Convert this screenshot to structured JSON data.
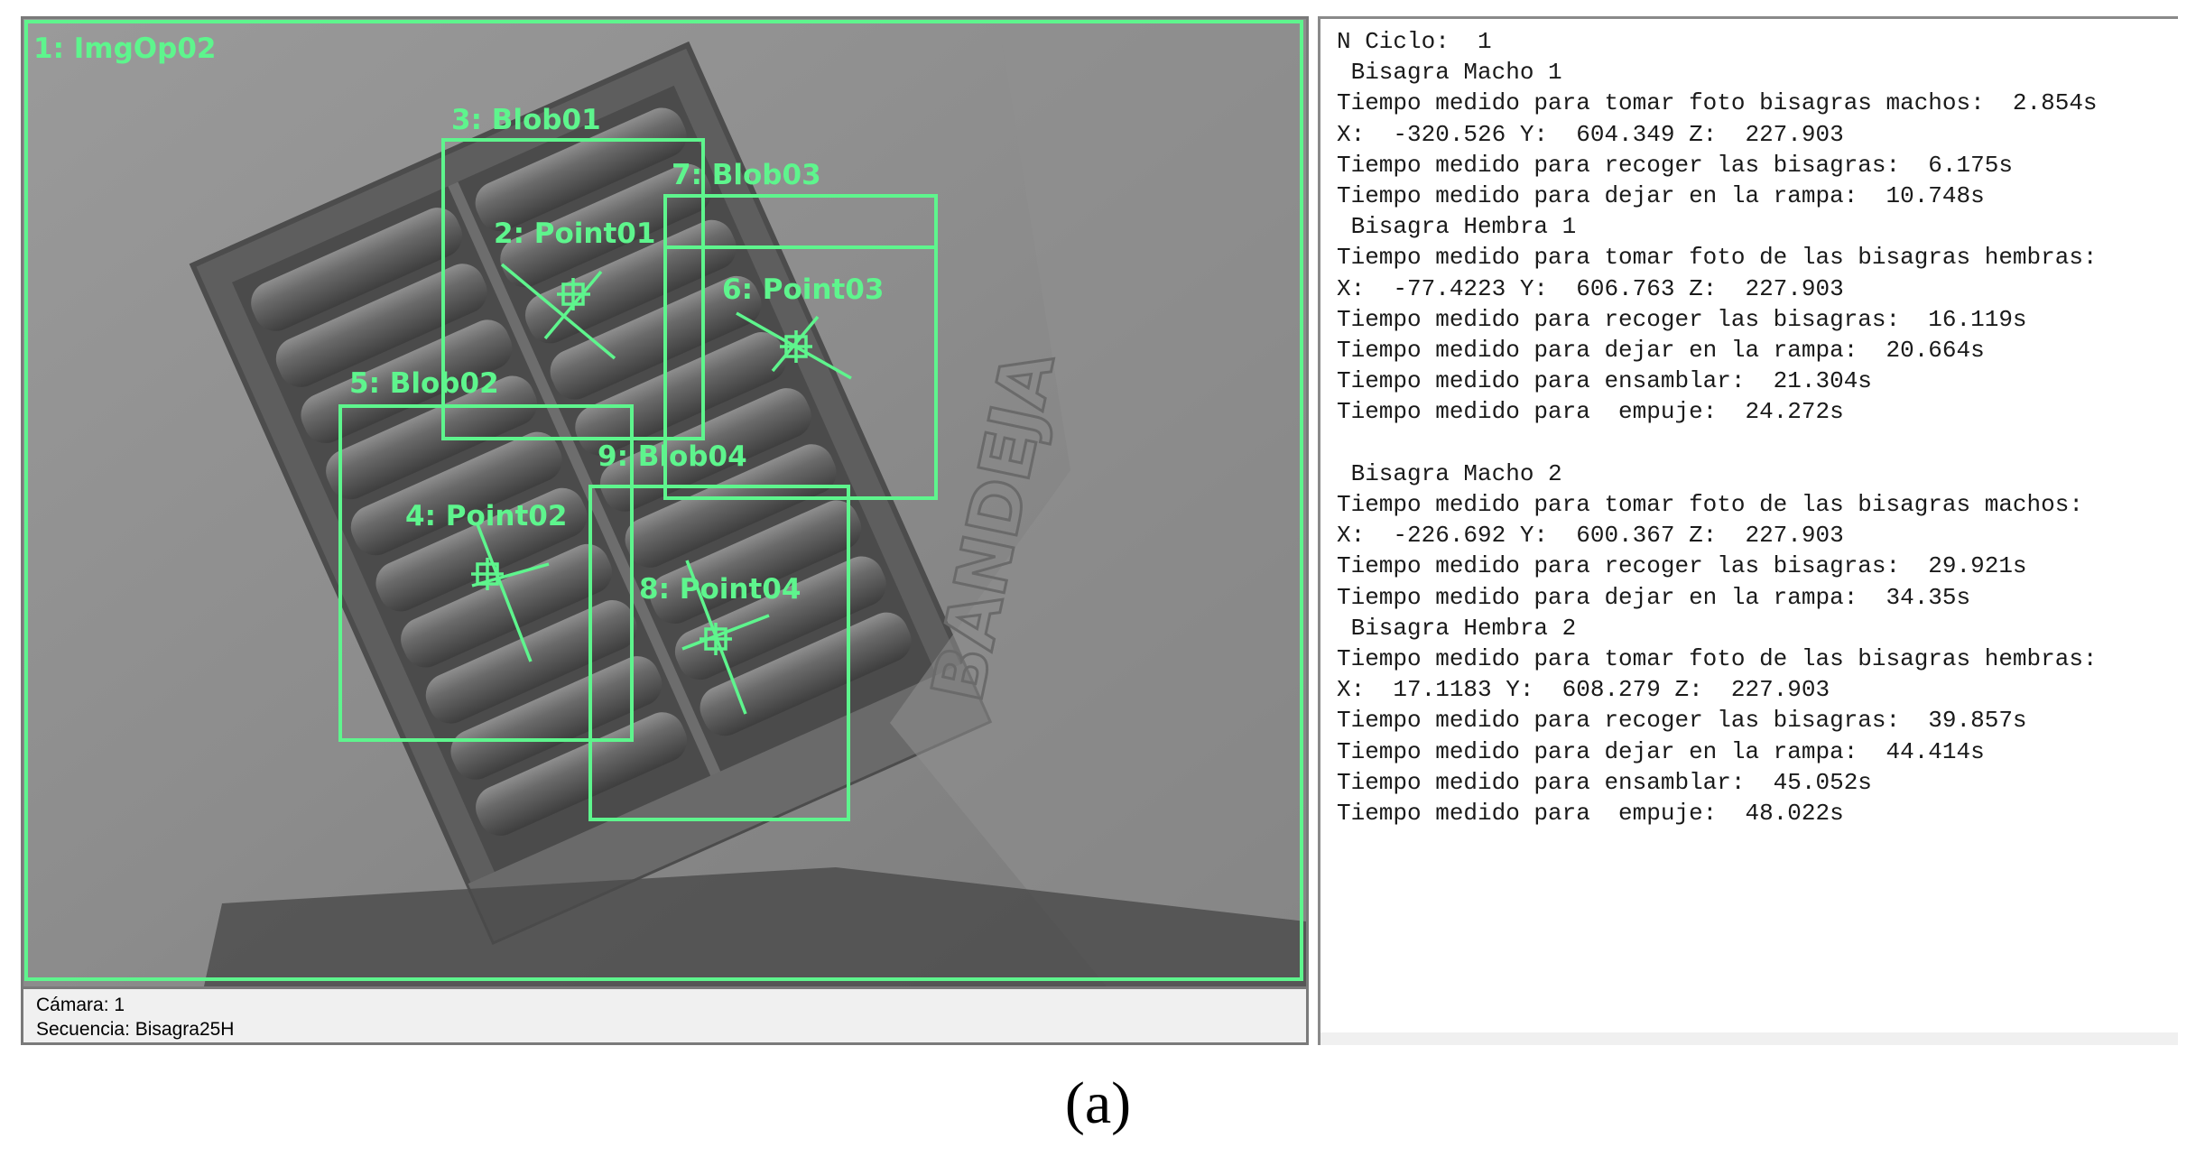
{
  "camera": {
    "overlay_color": "#5ef58d",
    "labels": {
      "img": "1: ImgOp02",
      "blob01": "3: Blob01",
      "blob03": "7: Blob03",
      "point01": "2: Point01",
      "point03": "6: Point03",
      "blob02": "5: Blob02",
      "blob04": "9: Blob04",
      "point02": "4: Point02",
      "point04": "8: Point04"
    },
    "tray_text": "BANDEJA"
  },
  "status": {
    "camera_line": "Cámara: 1",
    "sequence_line": "Secuencia: Bisagra25H"
  },
  "log": {
    "lines": [
      "N Ciclo:  1",
      " Bisagra Macho 1",
      "Tiempo medido para tomar foto bisagras machos:  2.854s",
      "X:  -320.526 Y:  604.349 Z:  227.903",
      "Tiempo medido para recoger las bisagras:  6.175s",
      "Tiempo medido para dejar en la rampa:  10.748s",
      " Bisagra Hembra 1",
      "Tiempo medido para tomar foto de las bisagras hembras:",
      "X:  -77.4223 Y:  606.763 Z:  227.903",
      "Tiempo medido para recoger las bisagras:  16.119s",
      "Tiempo medido para dejar en la rampa:  20.664s",
      "Tiempo medido para ensamblar:  21.304s",
      "Tiempo medido para  empuje:  24.272s",
      "",
      " Bisagra Macho 2",
      "Tiempo medido para tomar foto de las bisagras machos:",
      "X:  -226.692 Y:  600.367 Z:  227.903",
      "Tiempo medido para recoger las bisagras:  29.921s",
      "Tiempo medido para dejar en la rampa:  34.35s",
      " Bisagra Hembra 2",
      "Tiempo medido para tomar foto de las bisagras hembras:",
      "X:  17.1183 Y:  608.279 Z:  227.903",
      "Tiempo medido para recoger las bisagras:  39.857s",
      "Tiempo medido para dejar en la rampa:  44.414s",
      "Tiempo medido para ensamblar:  45.052s",
      "Tiempo medido para  empuje:  48.022s"
    ]
  },
  "caption": "(a)"
}
